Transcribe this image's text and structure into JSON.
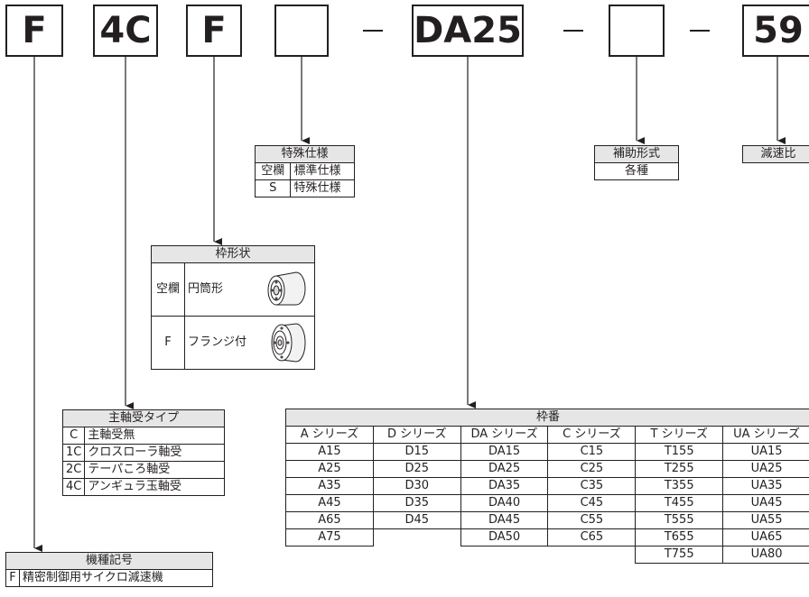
{
  "code_boxes": [
    "F",
    "4C",
    "F",
    "",
    "DA25",
    "",
    "59"
  ],
  "special_spec": {
    "title": "特殊仕様",
    "rows": [
      [
        "空欄",
        "標準仕様"
      ],
      [
        "S",
        "特殊仕様"
      ]
    ]
  },
  "aux_type": {
    "title": "補助形式",
    "value": "各種"
  },
  "reduction_ratio": {
    "title": "減速比"
  },
  "frame_shape": {
    "title": "枠形状",
    "rows": [
      {
        "code": "空欄",
        "label": "円筒形",
        "icon": "cylinder-icon"
      },
      {
        "code": "F",
        "label": "フランジ付",
        "icon": "flange-icon"
      }
    ]
  },
  "bearing_type": {
    "title": "主軸受タイプ",
    "rows": [
      [
        "C",
        "主軸受無"
      ],
      [
        "1C",
        "クロスローラ軸受"
      ],
      [
        "2C",
        "テーパころ軸受"
      ],
      [
        "4C",
        "アンギュラ玉軸受"
      ]
    ]
  },
  "model_symbol": {
    "title": "機種記号",
    "rows": [
      [
        "F",
        "精密制御用サイクロ減速機"
      ]
    ]
  },
  "frame_number": {
    "title": "枠番",
    "headers": [
      "A シリーズ",
      "D シリーズ",
      "DA シリーズ",
      "C シリーズ",
      "T シリーズ",
      "UA シリーズ"
    ],
    "rows": [
      [
        "A15",
        "D15",
        "DA15",
        "C15",
        "T155",
        "UA15"
      ],
      [
        "A25",
        "D25",
        "DA25",
        "C25",
        "T255",
        "UA25"
      ],
      [
        "A35",
        "D30",
        "DA35",
        "C35",
        "T355",
        "UA35"
      ],
      [
        "A45",
        "D35",
        "DA40",
        "C45",
        "T455",
        "UA45"
      ],
      [
        "A65",
        "D45",
        "DA45",
        "C55",
        "T555",
        "UA55"
      ],
      [
        "A75",
        "",
        "DA50",
        "C65",
        "T655",
        "UA65"
      ],
      [
        "",
        "",
        "",
        "",
        "T755",
        "UA80"
      ]
    ]
  }
}
